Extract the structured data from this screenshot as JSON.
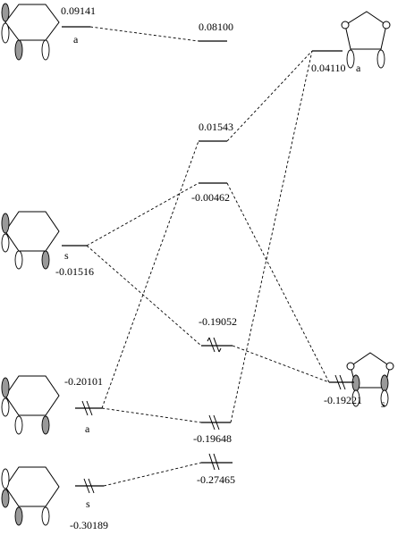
{
  "levels": {
    "benz_a_top": "0.09141",
    "mid_top": "0.08100",
    "diox_a": "0.04110",
    "mid_015": "0.01543",
    "mid_m0046": "-0.00462",
    "benz_s": "-0.01516",
    "mid_m1905": "-0.19052",
    "diox_s": "-0.19221",
    "benz_a_occ": "-0.20101",
    "mid_m1964": "-0.19648",
    "mid_m2746": "-0.27465",
    "benz_s_occ": "-0.30189"
  },
  "symmetry": {
    "benz_a_top": "a",
    "diox_a": "a",
    "benz_s": "s",
    "diox_s": "s",
    "benz_a_occ": "a",
    "benz_s_occ": "s"
  }
}
